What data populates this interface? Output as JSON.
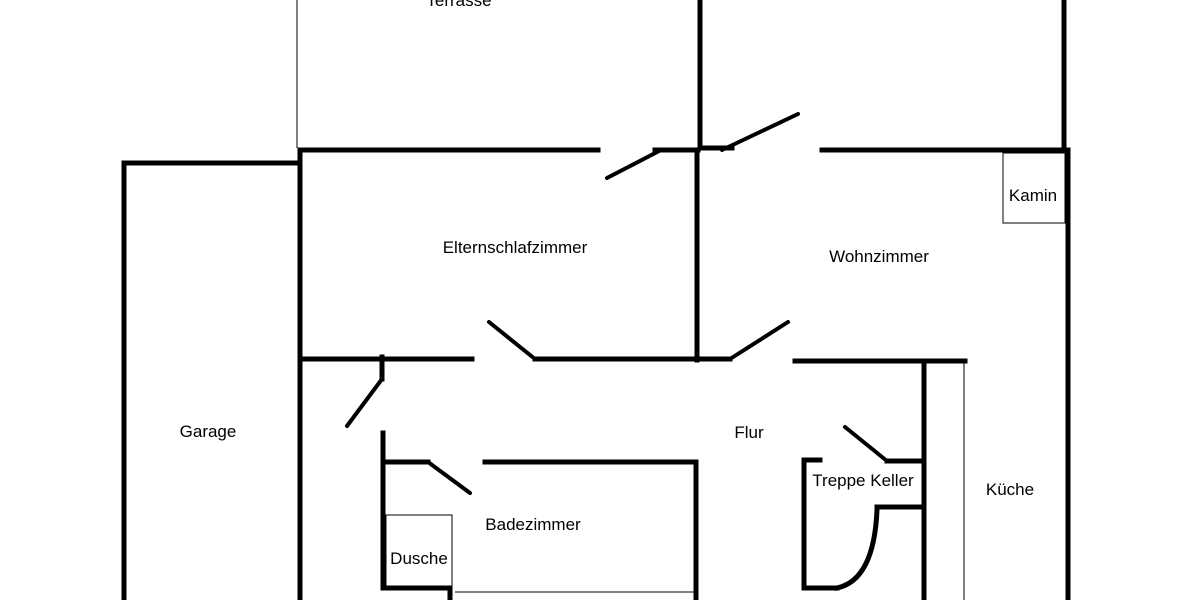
{
  "rooms": {
    "terrasse": "Terrasse",
    "elternschlafzimmer": "Elternschlafzimmer",
    "wohnzimmer": "Wohnzimmer",
    "kamin": "Kamin",
    "garage": "Garage",
    "flur": "Flur",
    "treppe_keller": "Treppe Keller",
    "kueche": "Küche",
    "badezimmer": "Badezimmer",
    "dusche": "Dusche"
  }
}
